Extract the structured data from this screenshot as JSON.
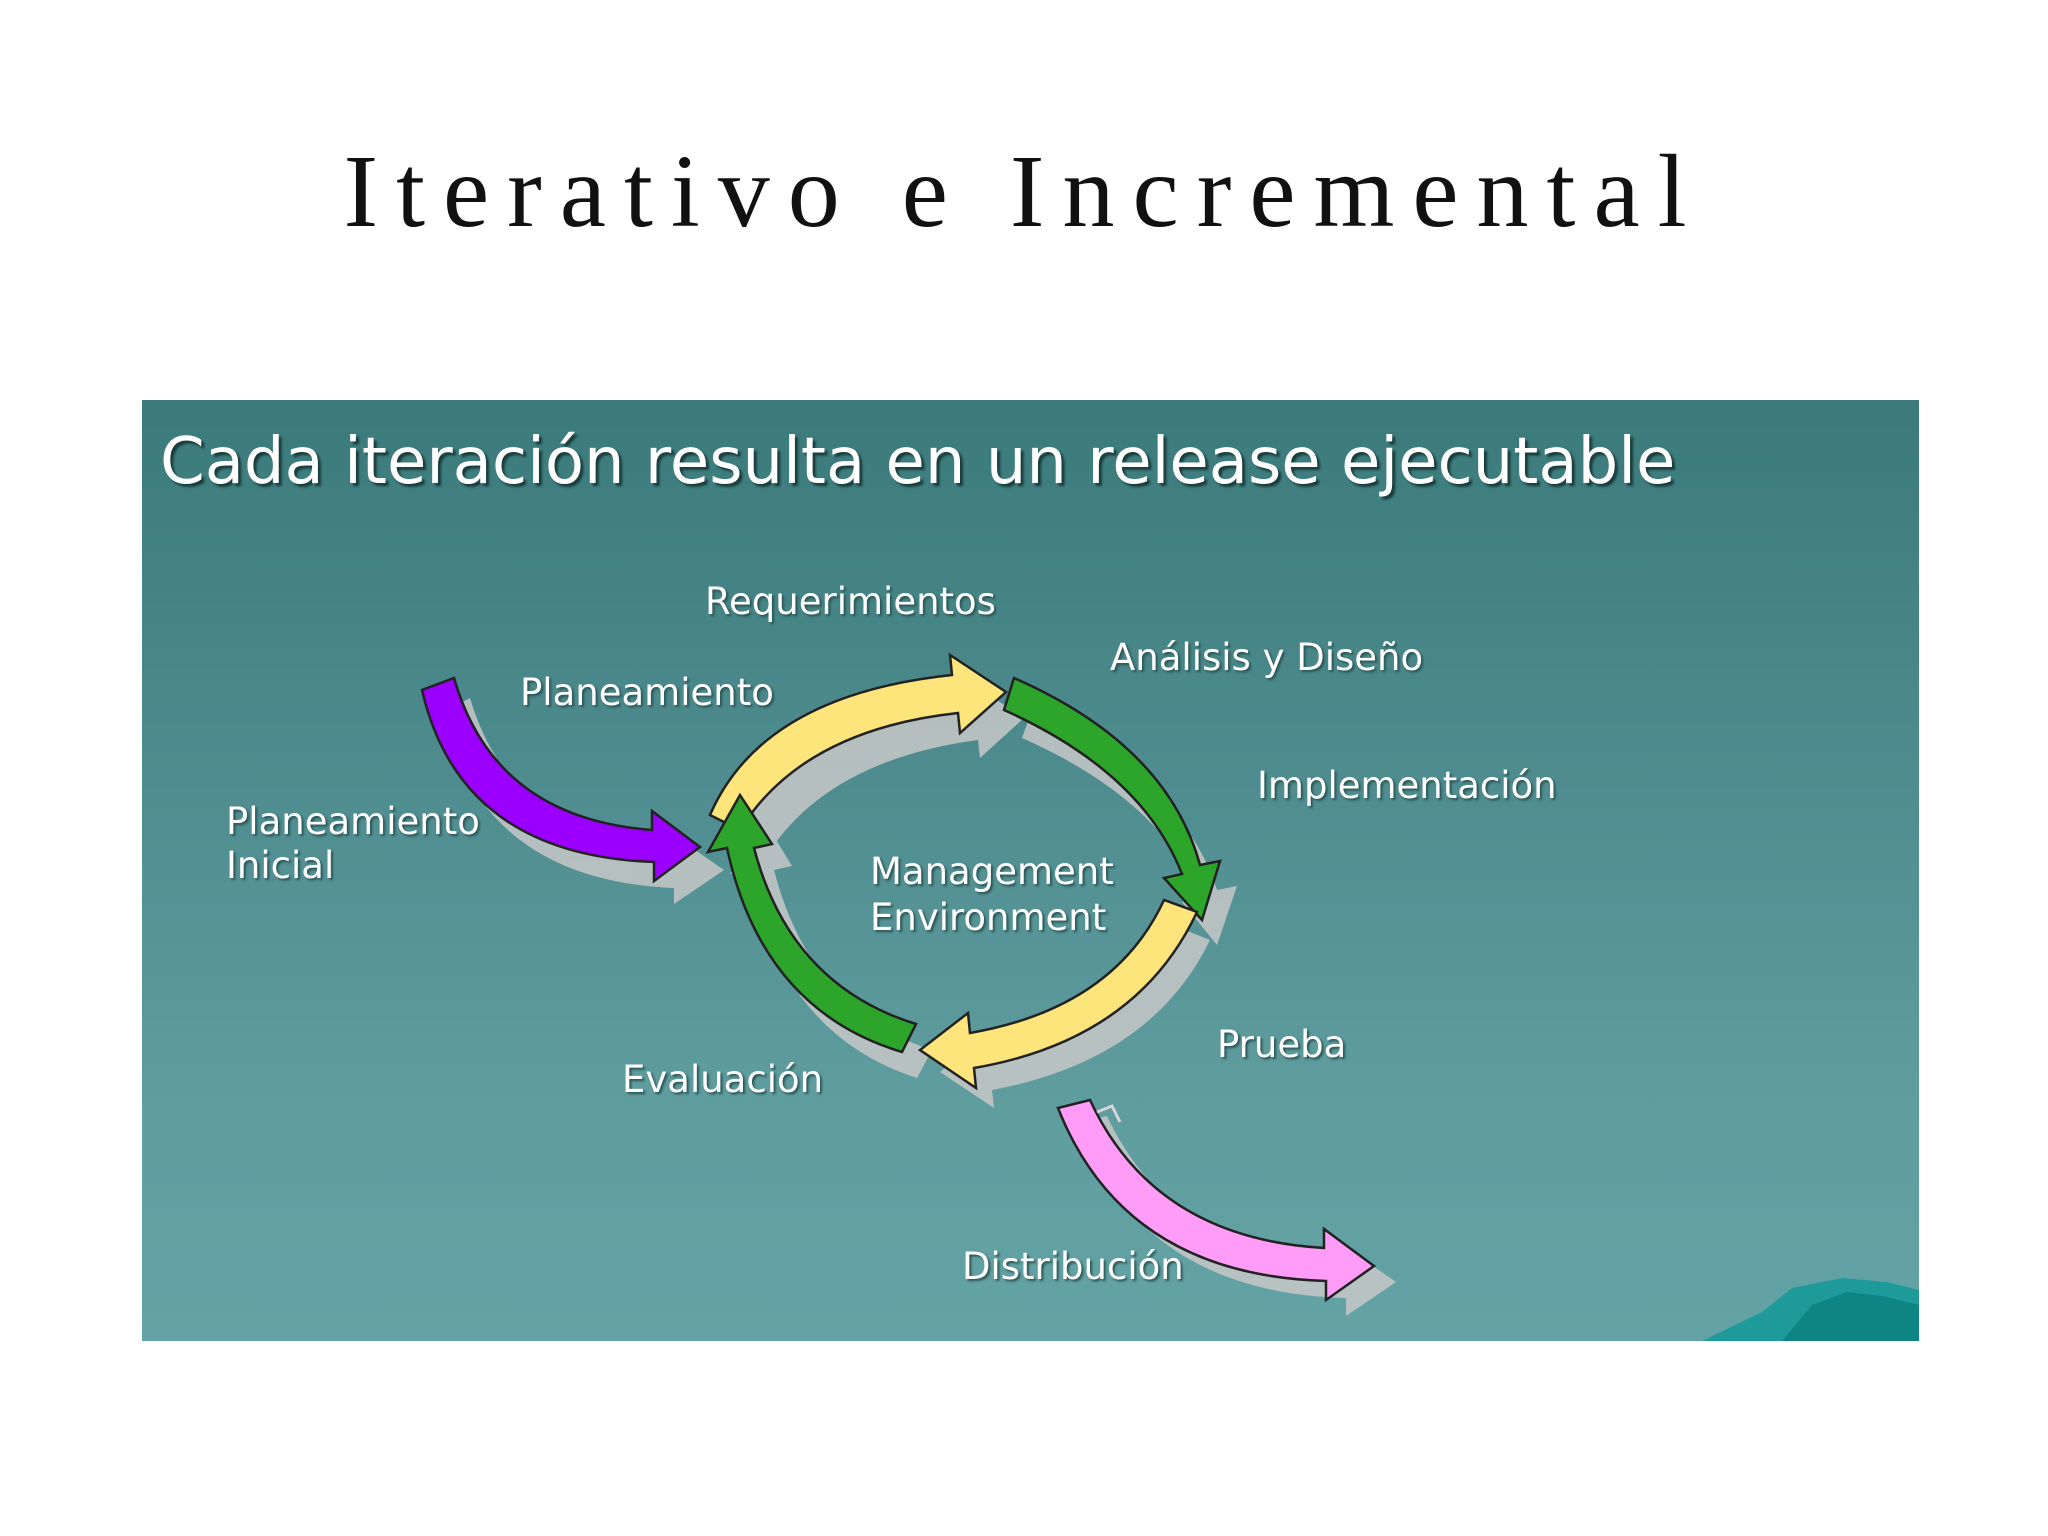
{
  "slide": {
    "title": "Iterativo e Incremental"
  },
  "panel": {
    "heading": "Cada iteración resulta en un release ejecutable",
    "colors": {
      "background_top": "#3b7a7a",
      "background_bottom": "#64a3a5",
      "yellow_arrow": "#fde57c",
      "green_arrow": "#2ca52a",
      "purple_arrow": "#9b00ff",
      "pink_arrow": "#ff9cf7",
      "arrow_shadow": "#c8c8c8"
    }
  },
  "diagram": {
    "labels": {
      "requerimientos": "Requerimientos",
      "analisis": "Análisis y Diseño",
      "planeamiento": "Planeamiento",
      "implementacion": "Implementación",
      "planeamiento_inicial_1": "Planeamiento",
      "planeamiento_inicial_2": "Inicial",
      "center_1": "Management",
      "center_2": "Environment",
      "prueba": "Prueba",
      "evaluacion": "Evaluación",
      "distribucion": "Distribución"
    }
  }
}
